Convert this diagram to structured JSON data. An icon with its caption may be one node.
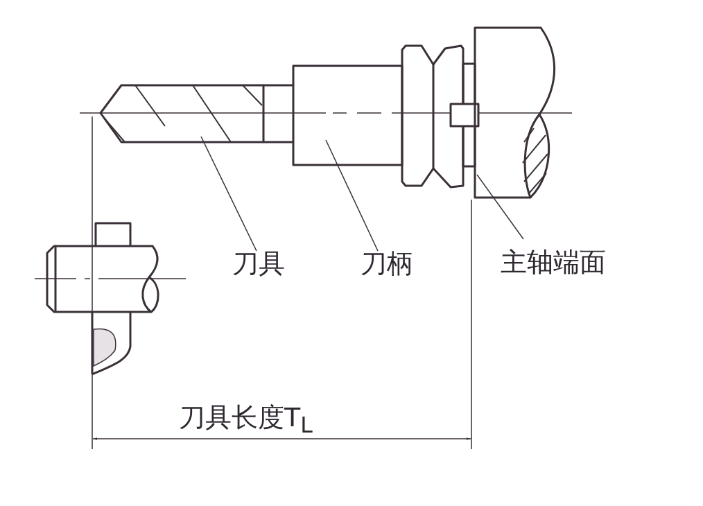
{
  "diagram": {
    "nodes": [
      {
        "text": [
          "刀具"
        ]
      },
      {
        "text": [
          "刀柄"
        ]
      },
      {
        "text": [
          "主轴端面"
        ]
      },
      {
        "text": [],
        "shape": "picture"
      },
      {
        "text": [],
        "shape": "picture"
      },
      {
        "text": [],
        "shape": "picture"
      }
    ],
    "edges": [
      {
        "from": 0,
        "to": 3,
        "arrow": "none"
      },
      {
        "from": 1,
        "to": 4,
        "arrow": "none"
      },
      {
        "from": 2,
        "to": 5,
        "arrow": "none"
      }
    ],
    "labels": [
      "刀具长度T$_{L}$"
    ]
  }
}
